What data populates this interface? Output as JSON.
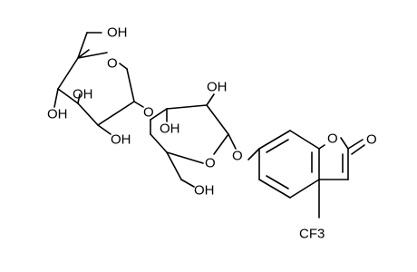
{
  "structure": {
    "labels": {
      "oh_top": "OH",
      "o_ring_left": "O",
      "oh_left_1": "OH",
      "oh_left_2": "OH",
      "oh_left_3": "OH",
      "o_glycosidic": "O",
      "oh_mid_top": "OH",
      "oh_mid_inner": "OH",
      "o_ring_mid": "O",
      "oh_bottom": "OH",
      "o_ether": "O",
      "o_lactone": "O",
      "o_carbonyl": "O",
      "cf3": "CF3"
    }
  }
}
